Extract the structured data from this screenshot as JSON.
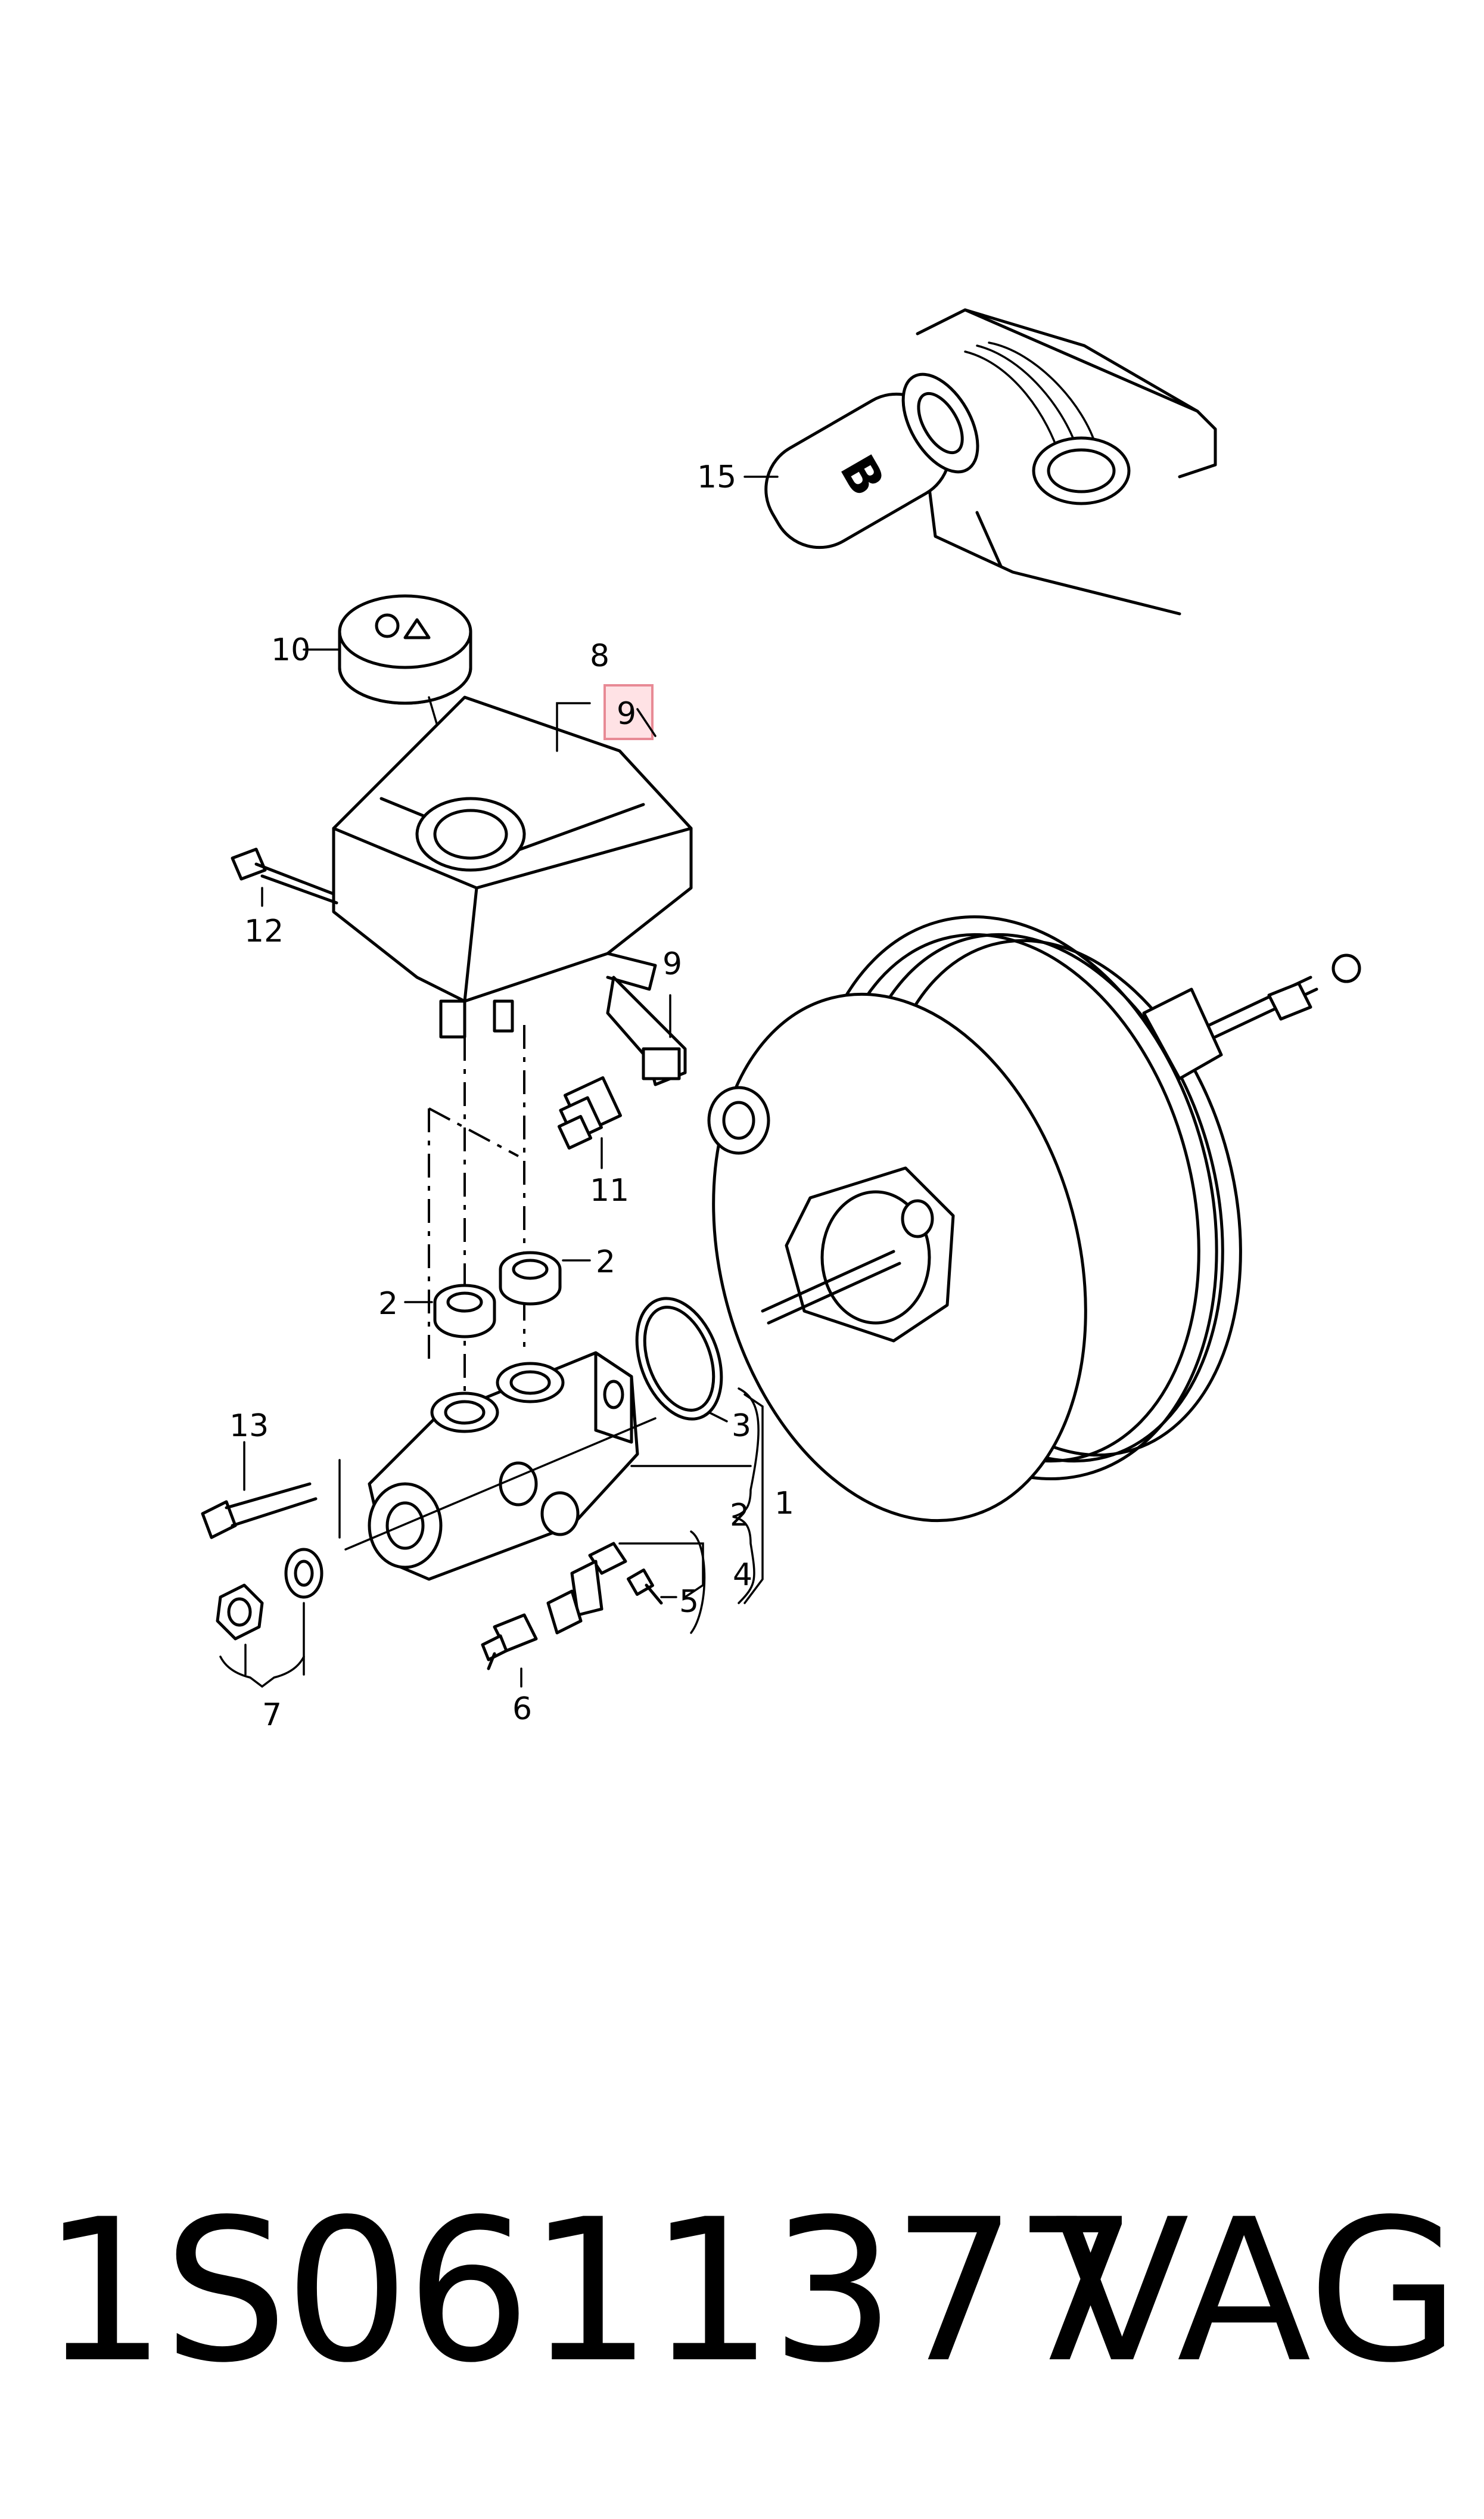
{
  "callouts": {
    "c1": "1",
    "c2a": "2",
    "c2b": "2",
    "c2c": "2",
    "c3": "3",
    "c4": "4",
    "c5": "5",
    "c6": "6",
    "c7": "7",
    "c8": "8",
    "c9a": "9",
    "c9b": "9",
    "c10": "10",
    "c11": "11",
    "c12": "12",
    "c13": "13",
    "c15": "15"
  },
  "cap_letter": "B",
  "footer": {
    "part_number": "1S0611377",
    "brand": "VAG"
  },
  "colors": {
    "highlight": "#e88a95",
    "ink": "#000000",
    "background": "#ffffff"
  }
}
